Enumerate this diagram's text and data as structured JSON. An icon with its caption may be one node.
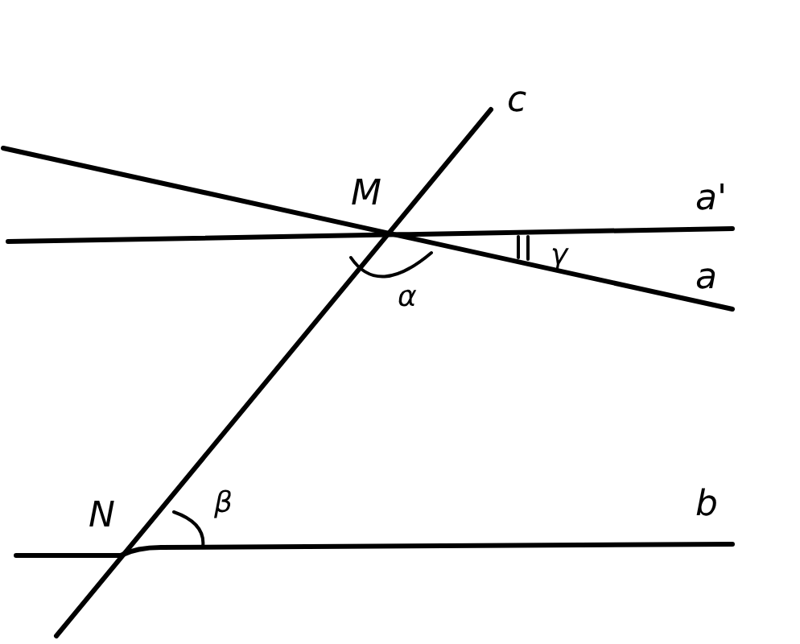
{
  "diagram": {
    "labels": [
      "c",
      "M",
      "a'",
      "γ",
      "a",
      "α",
      "N",
      "β",
      "b"
    ]
  }
}
